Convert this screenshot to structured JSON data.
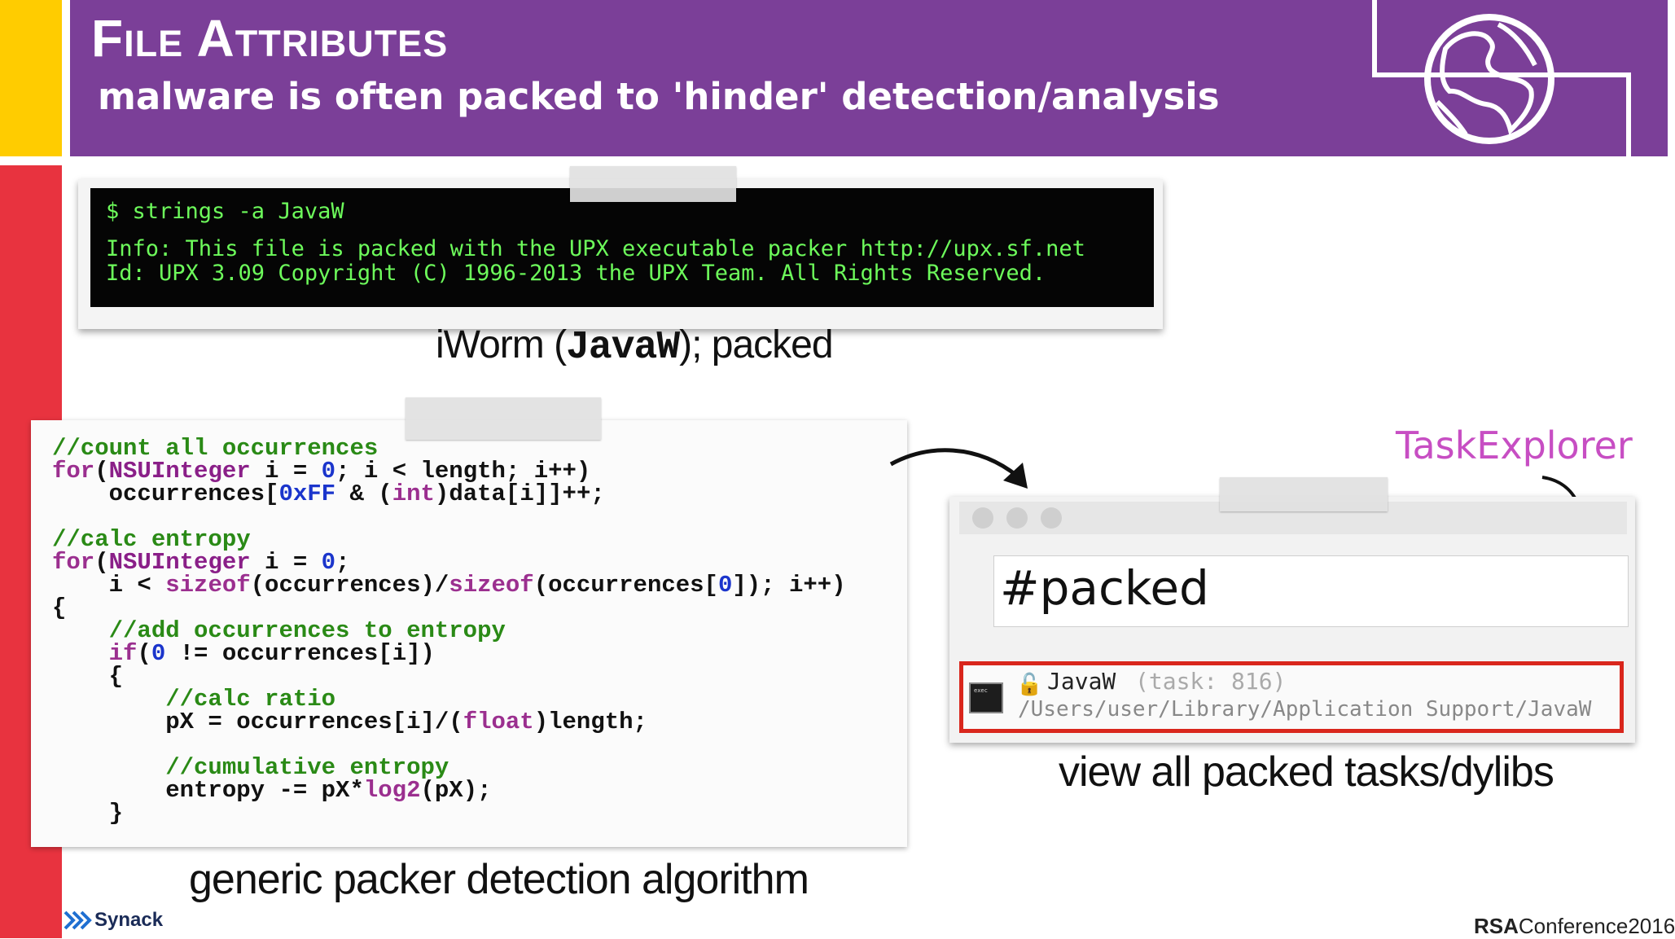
{
  "header": {
    "title": "File Attributes",
    "subtitle": "malware is often packed to 'hinder' detection/analysis"
  },
  "terminal": {
    "command": "$ strings -a JavaW",
    "info_line": "Info: This file is packed with the UPX executable packer http://upx.sf.net",
    "id_line": "Id: UPX 3.09 Copyright (C) 1996-2013 the UPX Team. All Rights Reserved."
  },
  "caption_iworm": {
    "prefix": "iWorm (",
    "mono": "JavaW",
    "suffix": "); packed"
  },
  "code": {
    "l1": "//count all occurrences",
    "l2_kw": "for",
    "l2_a": "(",
    "l2_ty": "NSUInteger",
    "l2_b": " i = ",
    "l2_num": "0",
    "l2_c": "; i < length; i++)",
    "l3_a": "    occurrences[",
    "l3_num": "0xFF",
    "l3_b": " & (",
    "l3_kw": "int",
    "l3_c": ")data[i]]++;",
    "l4": "//calc entropy",
    "l5_kw": "for",
    "l5_a": "(",
    "l5_ty": "NSUInteger",
    "l5_b": " i = ",
    "l5_num": "0",
    "l5_c": ";",
    "l6_a": "    i < ",
    "l6_kw1": "sizeof",
    "l6_b": "(occurrences)/",
    "l6_kw2": "sizeof",
    "l6_c": "(occurrences[",
    "l6_num": "0",
    "l6_d": "]); i++)",
    "l7": "{",
    "l8": "    //add occurrences to entropy",
    "l9_a": "    ",
    "l9_kw": "if",
    "l9_b": "(",
    "l9_num": "0",
    "l9_c": " != occurrences[i])",
    "l10": "    {",
    "l11": "        //calc ratio",
    "l12_a": "        pX = occurrences[i]/(",
    "l12_kw": "float",
    "l12_b": ")length;",
    "l13": "        //cumulative entropy",
    "l14_a": "        entropy -= pX*",
    "l14_kw": "log2",
    "l14_b": "(pX);",
    "l15": "    }"
  },
  "caption_algorithm": "generic packer detection algorithm",
  "taskexplorer": {
    "label": "TaskExplorer",
    "search_value": "#packed",
    "row_name": "JavaW",
    "row_task": "(task: 816)",
    "row_path": "/Users/user/Library/Application Support/JavaW",
    "term_icon_text": "exec"
  },
  "caption_view": "view all packed tasks/dylibs",
  "footer": {
    "synack": "Synack",
    "rsa_bold": "RSA",
    "rsa_rest": "Conference2016"
  },
  "colors": {
    "header_purple": "#7b3f98",
    "accent_yellow": "#ffcc00",
    "accent_red": "#e8333f",
    "terminal_green": "#6dfb5b",
    "highlight_red": "#d9261c"
  }
}
